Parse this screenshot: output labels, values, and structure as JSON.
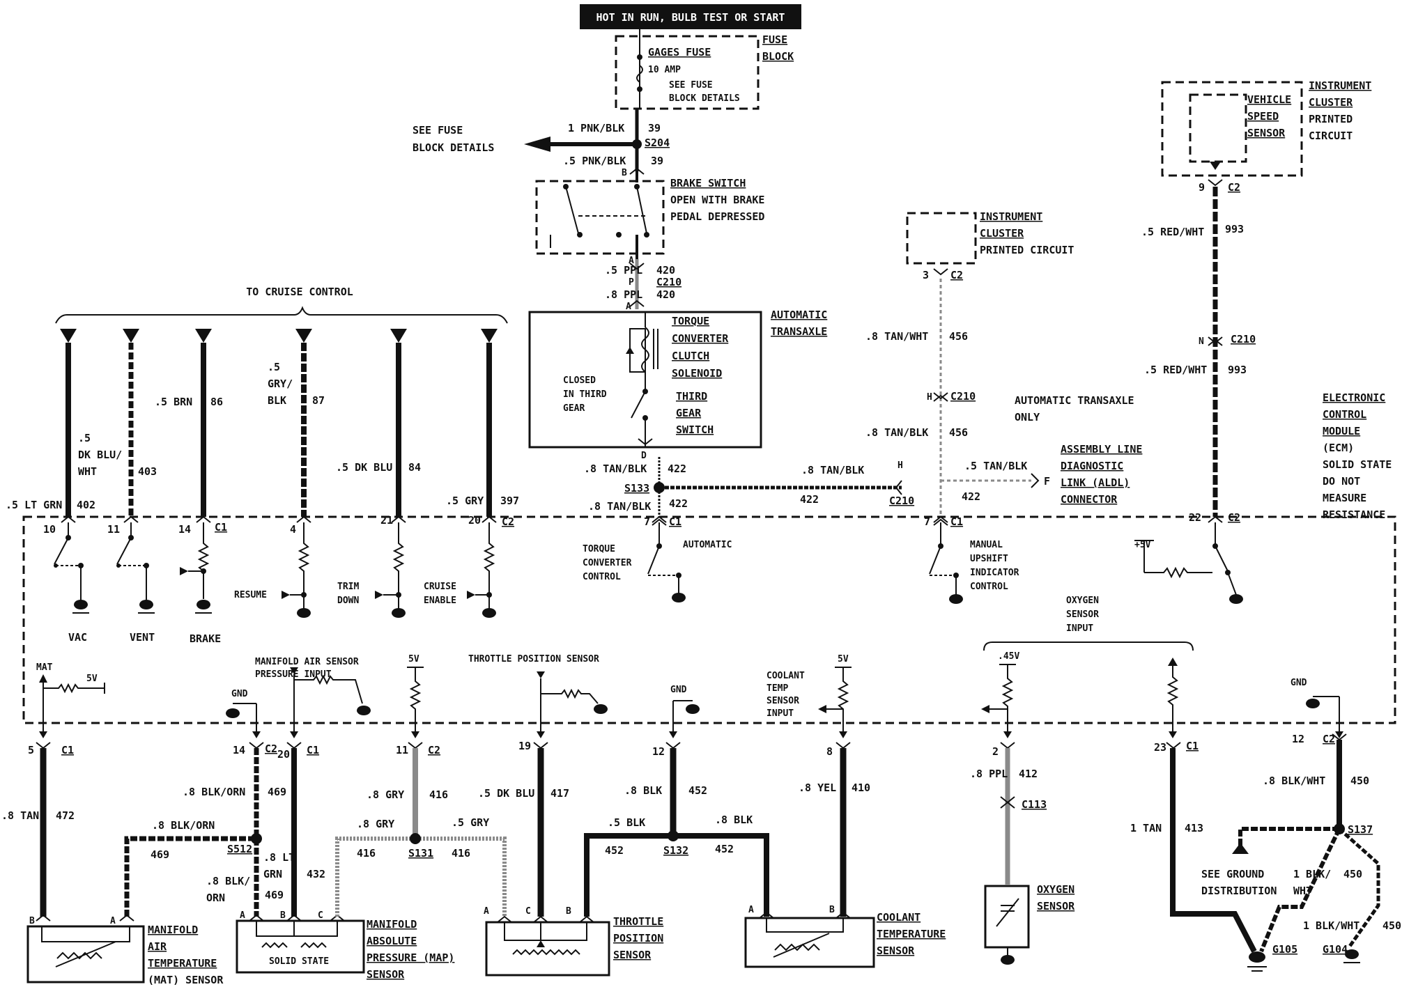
{
  "header": {
    "hot_label": "HOT IN RUN, BULB TEST OR START"
  },
  "fuse": {
    "name": "GAGES FUSE",
    "rating": "10 AMP",
    "note1": "SEE FUSE",
    "note2": "BLOCK DETAILS",
    "block1": "FUSE",
    "block2": "BLOCK"
  },
  "splice_s204": {
    "id": "S204",
    "see1": "SEE FUSE",
    "see2": "BLOCK DETAILS",
    "wire_top": "1 PNK/BLK",
    "circ_top": "39",
    "wire_bot": ".5 PNK/BLK",
    "circ_bot": "39"
  },
  "brake_switch": {
    "name": "BRAKE SWITCH",
    "desc1": "OPEN WITH BRAKE",
    "desc2": "PEDAL DEPRESSED",
    "pin_b": "B",
    "pin_a": "A"
  },
  "ppl_wires": {
    "w1": ".5 PPL",
    "c1": "420",
    "conn_p": "P",
    "conn": "C210",
    "w2": ".8 PPL",
    "c2": "420",
    "pin_a": "A"
  },
  "tcc": {
    "l1": "TORQUE",
    "l2": "CONVERTER",
    "l3": "CLUTCH",
    "l4": "SOLENOID",
    "closed1": "CLOSED",
    "closed2": "IN THIRD",
    "closed3": "GEAR",
    "third1": "THIRD",
    "third2": "GEAR",
    "third3": "SWITCH",
    "auto1": "AUTOMATIC",
    "auto2": "TRANSAXLE",
    "pin_d": "D"
  },
  "cruise": {
    "title": "TO CRUISE CONTROL",
    "wires": [
      {
        "pin": "10",
        "gauge": ".5 LT GRN",
        "circuit": "402",
        "switch": "VAC"
      },
      {
        "pin": "11",
        "gauge_a": ".5",
        "gauge_b": "DK BLU/",
        "gauge_c": "WHT",
        "circuit": "403",
        "switch": "VENT"
      },
      {
        "pin": "14",
        "gauge": ".5 BRN",
        "circuit": "86",
        "conn": "C1",
        "switch": "BRAKE"
      },
      {
        "pin": "4",
        "gauge_a": ".5",
        "gauge_b": "GRY/",
        "gauge_c": "BLK",
        "circuit": "87",
        "switch": "RESUME"
      },
      {
        "pin": "21",
        "gauge": ".5 DK BLU",
        "circuit": "84",
        "switch_a": "TRIM",
        "switch_b": "DOWN"
      },
      {
        "pin": "20",
        "gauge": ".5 GRY",
        "circuit": "397",
        "conn": "C2",
        "switch_a": "CRUISE",
        "switch_b": "ENABLE"
      }
    ]
  },
  "s133": {
    "id": "S133",
    "w_top": ".8 TAN/BLK",
    "c_top": "422",
    "w_bot": ".8 TAN/BLK",
    "c_bot": "422",
    "w_right": ".8 TAN/BLK",
    "c_right": "422",
    "pin": "7",
    "conn": "C1",
    "h_pin": "H",
    "h_conn": "C210"
  },
  "tcc_ecm": {
    "l1": "TORQUE",
    "l2": "CONVERTER",
    "l3": "CONTROL",
    "auto": "AUTOMATIC"
  },
  "cluster_pc": {
    "l1": "INSTRUMENT",
    "l2": "CLUSTER",
    "l3": "PRINTED CIRCUIT",
    "pin": "3",
    "conn": "C2",
    "w1": ".8 TAN/WHT",
    "c1": "456",
    "h_pin": "H",
    "h_conn": "C210",
    "w2": ".8 TAN/BLK",
    "c2": "456",
    "note1": "AUTOMATIC TRANSAXLE",
    "note2": "ONLY",
    "pin7": "7",
    "conn7": "C1"
  },
  "aldl": {
    "l1": "ASSEMBLY LINE",
    "l2": "DIAGNOSTIC",
    "l3": "LINK (ALDL)",
    "l4": "CONNECTOR",
    "wire": ".5 TAN/BLK",
    "circ": "422",
    "pin": "F"
  },
  "upshift": {
    "l1": "MANUAL",
    "l2": "UPSHIFT",
    "l3": "INDICATOR",
    "l4": "CONTROL"
  },
  "vss": {
    "v1": "VEHICLE",
    "v2": "SPEED",
    "v3": "SENSOR",
    "i1": "INSTRUMENT",
    "i2": "CLUSTER",
    "i3": "PRINTED",
    "i4": "CIRCUIT",
    "pin9": "9",
    "conn9": "C2",
    "w1": ".5 RED/WHT",
    "c1": "993",
    "n_pin": "N",
    "n_conn": "C210",
    "w2": ".5 RED/WHT",
    "c2": "993",
    "pin22": "22",
    "conn22": "C2",
    "v5": "+5V"
  },
  "ecm": {
    "l1": "ELECTRONIC",
    "l2": "CONTROL",
    "l3": "MODULE",
    "l4": "(ECM)",
    "l5": "SOLID STATE",
    "l6": "DO NOT",
    "l7": "MEASURE",
    "l8": "RESISTANCE"
  },
  "ecm_inputs": {
    "mat": "MAT",
    "mat_v": "5V",
    "map1": "MANIFOLD AIR SENSOR",
    "map2": "PRESSURE INPUT",
    "gnd1": "GND",
    "v5a": "5V",
    "tps": "THROTTLE POSITION SENSOR",
    "gnd2": "GND",
    "cool1": "COOLANT",
    "cool2": "TEMP",
    "cool3": "SENSOR",
    "cool4": "INPUT",
    "v5b": "5V",
    "o2a": "OXYGEN",
    "o2b": "SENSOR",
    "o2c": "INPUT",
    "v45": ".45V",
    "gnd3": "GND"
  },
  "bottom_pins": {
    "p5": "5",
    "p5c": "C1",
    "p14": "14",
    "p14c": "C2",
    "p20": "20",
    "p20c": "C1",
    "p11": "11",
    "p11c": "C2",
    "p19": "19",
    "p12": "12",
    "p8": "8",
    "p2": "2",
    "p23": "23",
    "p23c": "C1",
    "p12b": "12",
    "p12bc": "C2"
  },
  "mat_sensor": {
    "w_tan": ".8 TAN",
    "c_tan": "472",
    "w_blkorn": ".8 BLK/ORN",
    "c_blkorn": "469",
    "pin_b": "B",
    "pin_a": "A",
    "l1": "MANIFOLD",
    "l2": "AIR",
    "l3": "TEMPERATURE",
    "l4": "(MAT) SENSOR"
  },
  "map_sensor": {
    "w1": ".8 BLK/ORN",
    "c1": "469",
    "splice": "S512",
    "w2a": ".8 BLK/",
    "w2b": "ORN",
    "c2": "469",
    "w3a": ".8 LT",
    "w3b": "GRN",
    "c3": "432",
    "pin_a": "A",
    "pin_b": "B",
    "pin_c": "C",
    "inner": "SOLID STATE",
    "l1": "MANIFOLD",
    "l2": "ABSOLUTE",
    "l3": "PRESSURE (MAP)",
    "l4": "SENSOR"
  },
  "gry": {
    "w1": ".8 GRY",
    "c1": "416",
    "w2": ".8 GRY",
    "c2": "416",
    "w3": ".5 GRY",
    "c3": "416",
    "splice": "S131"
  },
  "tps_sensor": {
    "w1": ".5 DK BLU",
    "c1": "417",
    "pin_a": "A",
    "pin_c": "C",
    "pin_b": "B",
    "l1": "THROTTLE",
    "l2": "POSITION",
    "l3": "SENSOR"
  },
  "blk": {
    "w1": ".8 BLK",
    "c1": "452",
    "w2": ".5 BLK",
    "c2": "452",
    "w3": ".8 BLK",
    "c3": "452",
    "splice": "S132"
  },
  "cts": {
    "w1": ".8 YEL",
    "c1": "410",
    "pin_a": "A",
    "pin_b": "B",
    "l1": "COOLANT",
    "l2": "TEMPERATURE",
    "l3": "SENSOR"
  },
  "o2": {
    "w1": ".8 PPL",
    "c1": "412",
    "conn": "C113",
    "l1": "OXYGEN",
    "l2": "SENSOR"
  },
  "ground": {
    "w_tan": "1 TAN",
    "c_tan": "413",
    "w_bw": ".8 BLK/WHT",
    "c_bw": "450",
    "splice": "S137",
    "see1": "SEE GROUND",
    "see2": "DISTRIBUTION",
    "w2a": "1 BLK/",
    "w2b": "WHT",
    "c2": "450",
    "w3": "1 BLK/WHT",
    "c3": "450",
    "g105": "G105",
    "g104": "G104"
  }
}
